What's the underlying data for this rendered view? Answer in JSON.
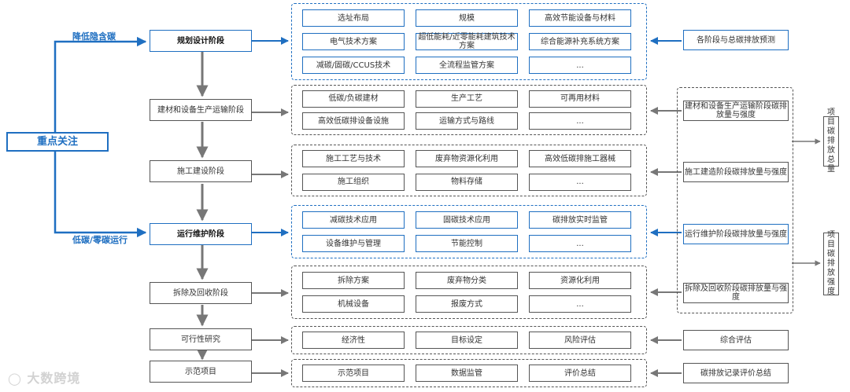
{
  "key_focus": "重点关注",
  "branch_labels": {
    "top": "降低隐含碳",
    "bottom": "低碳/零碳运行"
  },
  "stages": [
    {
      "label": "规划设计阶段",
      "bold": true
    },
    {
      "label": "建材和设备生产运输阶段",
      "bold": false
    },
    {
      "label": "施工建设阶段",
      "bold": false
    },
    {
      "label": "运行维护阶段",
      "bold": true
    },
    {
      "label": "拆除及回收阶段",
      "bold": false
    },
    {
      "label": "可行性研究",
      "bold": false
    },
    {
      "label": "示范项目",
      "bold": false
    }
  ],
  "groups": [
    {
      "rows": [
        [
          "选址布局",
          "规模",
          "高效节能设备与材料"
        ],
        [
          "电气技术方案",
          "超低能耗/近零能耗建筑技术方案",
          "综合能源补充系统方案"
        ],
        [
          "减碳/固碳/CCUS技术",
          "全流程监管方案",
          "..."
        ]
      ]
    },
    {
      "rows": [
        [
          "低碳/负碳建材",
          "生产工艺",
          "可再用材料"
        ],
        [
          "高效低碳排设备设施",
          "运输方式与路线",
          "..."
        ]
      ]
    },
    {
      "rows": [
        [
          "施工工艺与技术",
          "废弃物资源化利用",
          "高效低碳排施工器械"
        ],
        [
          "施工组织",
          "物料存储",
          "..."
        ]
      ]
    },
    {
      "rows": [
        [
          "减碳技术应用",
          "固碳技术应用",
          "碳排放实时监管"
        ],
        [
          "设备维护与管理",
          "节能控制",
          "..."
        ]
      ]
    },
    {
      "rows": [
        [
          "拆除方案",
          "废弃物分类",
          "资源化利用"
        ],
        [
          "机械设备",
          "报废方式",
          "..."
        ]
      ]
    },
    {
      "rows": [
        [
          "经济性",
          "目标设定",
          "风险评估"
        ]
      ]
    },
    {
      "rows": [
        [
          "示范项目",
          "数据监管",
          "评价总结"
        ]
      ]
    }
  ],
  "right_items": [
    "各阶段与总碳排放预测",
    "建材和设备生产运输阶段碳排放量与强度",
    "施工建造阶段碳排放量与强度",
    "运行维护阶段碳排放量与强度",
    "拆除及回收阶段碳排放量与强度",
    "综合评估",
    "碳排放记录评价总结"
  ],
  "far_right": [
    "项目碳排放总量",
    "项目碳排放强度"
  ],
  "watermark": "大数跨境",
  "colors": {
    "accent": "#1f6fc1",
    "arrow": "#777777",
    "border": "#555555"
  }
}
